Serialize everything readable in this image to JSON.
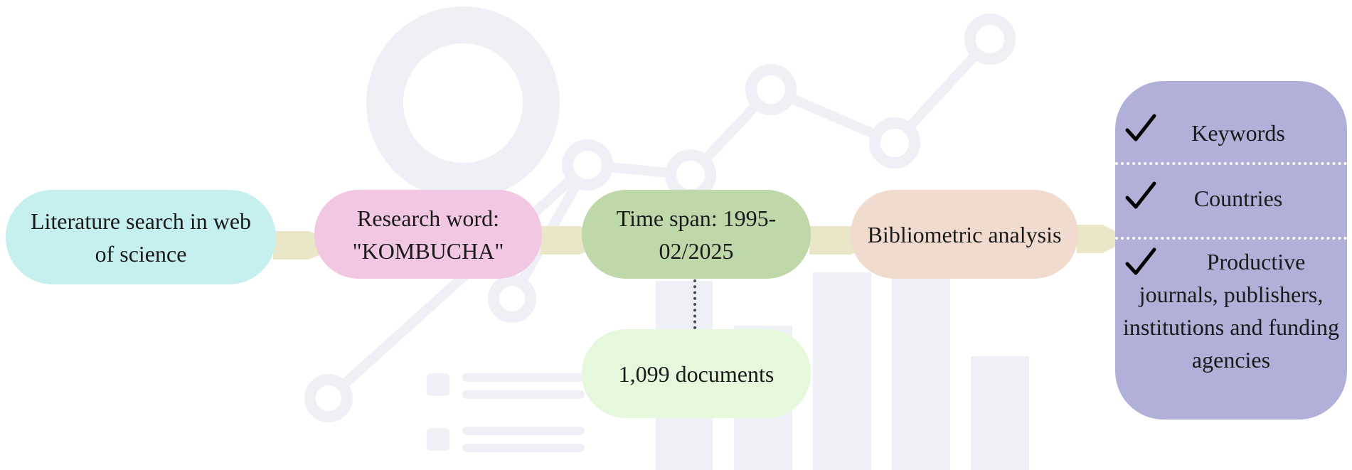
{
  "colors": {
    "background": "#ffffff",
    "decoration": "#eef0f5",
    "arrow": "#eae7c9",
    "step_1": "#c6eff0",
    "step_2": "#f2c7e4",
    "step_3": "#bfd8aa",
    "step_4": "#f1dbcf",
    "documents": "#e5f8dc",
    "outputs_panel": "#b1b0d8"
  },
  "steps": [
    {
      "text": "Literature search in web of science",
      "color": "#c6eff0"
    },
    {
      "text": "Research word: \"KOMBUCHA\"",
      "color": "#f2c7e4"
    },
    {
      "text": "Time span: 1995-02/2025",
      "color": "#bfd8aa"
    },
    {
      "text": "Bibliometric analysis",
      "color": "#f1dbcf"
    }
  ],
  "documents": {
    "text": "1,099 documents",
    "color": "#e5f8dc"
  },
  "outputs": {
    "icon": "check-mark-icon",
    "items": [
      {
        "text": "Keywords"
      },
      {
        "text": "Countries"
      },
      {
        "text": "Productive journals, publishers, institutions and funding agencies"
      }
    ]
  }
}
